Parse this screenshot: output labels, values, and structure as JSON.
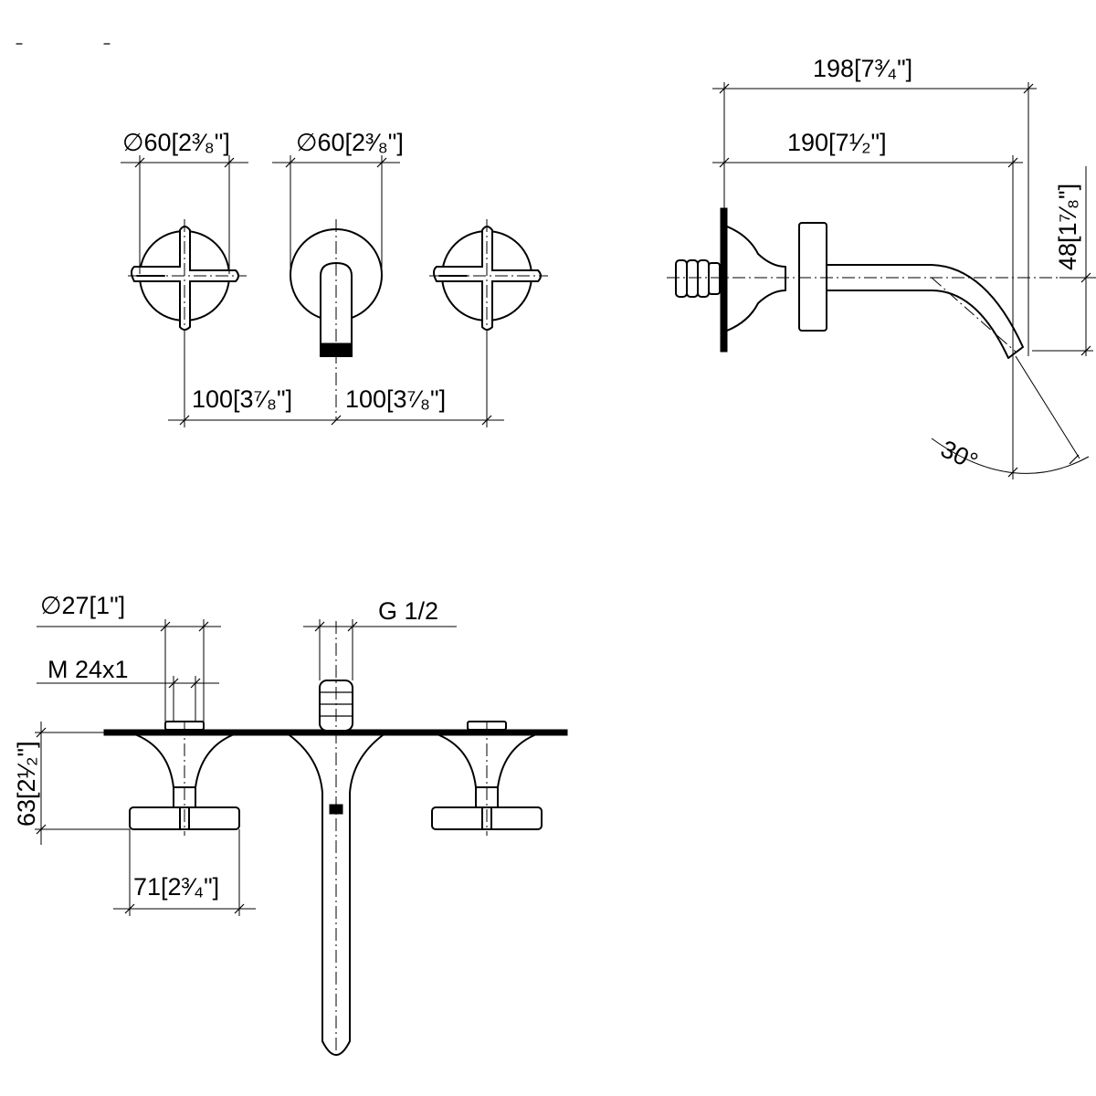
{
  "front_view": {
    "dim_rosette_left": "∅60[2³⁄₈\"]",
    "dim_rosette_center": "∅60[2³⁄₈\"]",
    "dim_spacing_left": "100[3⁷⁄₈\"]",
    "dim_spacing_right": "100[3⁷⁄₈\"]"
  },
  "side_view": {
    "dim_total_projection": "198[7³⁄₄\"]",
    "dim_spout_projection": "190[7¹⁄₂\"]",
    "dim_spout_height": "48[1⁷⁄₈\"]",
    "dim_spout_angle": "30°"
  },
  "top_view": {
    "dim_sleeve_diameter": "∅27[1\"]",
    "dim_thread": "M 24x1",
    "dim_connection": "G 1/2",
    "dim_depth": "63[2¹⁄₂\"]",
    "dim_handle_width": "71[2³⁄₄\"]"
  }
}
